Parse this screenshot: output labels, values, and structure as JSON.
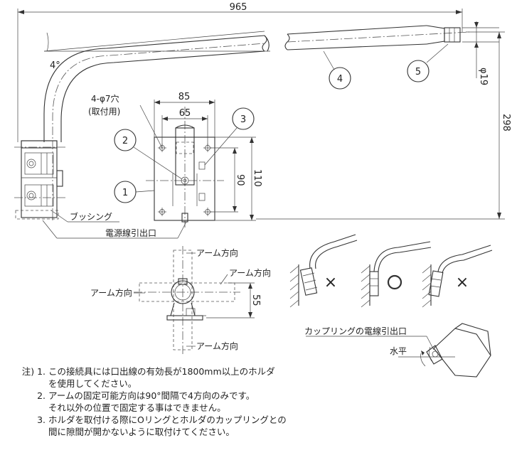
{
  "dimensions": {
    "overall_length": "965",
    "angle": "4°",
    "pipe_diameter": "φ19",
    "height": "298",
    "plate_width": "85",
    "hole_pitch_h": "65",
    "hole_pitch_v": "90",
    "plate_height": "110",
    "bracket_pitch": "55"
  },
  "labels": {
    "holes": "4-φ7穴",
    "holes_note": "(取付用)",
    "bushing": "ブッシング",
    "cable_outlet": "電源線引出口",
    "arm_dir": "アーム方向",
    "coupling_outlet": "カップリングの電線引出口",
    "horizontal": "水平",
    "ok_mark": "O",
    "ng_mark": "×"
  },
  "bubbles": [
    "1",
    "2",
    "3",
    "4",
    "5"
  ],
  "notes": {
    "prefix": "注)",
    "items": [
      {
        "num": "1.",
        "lines": [
          "この接続具には口出線の有効長が1800mm以上のホルダ",
          "を使用してください。"
        ]
      },
      {
        "num": "2.",
        "lines": [
          "アームの固定可能方向は90°間隔で4方向のみです。",
          "それ以外の位置で固定する事はできません。"
        ]
      },
      {
        "num": "3.",
        "lines": [
          "ホルダを取付ける際にOリングとホルダのカップリングとの",
          "間に隙間が開かないように取付けてください。"
        ]
      }
    ]
  }
}
